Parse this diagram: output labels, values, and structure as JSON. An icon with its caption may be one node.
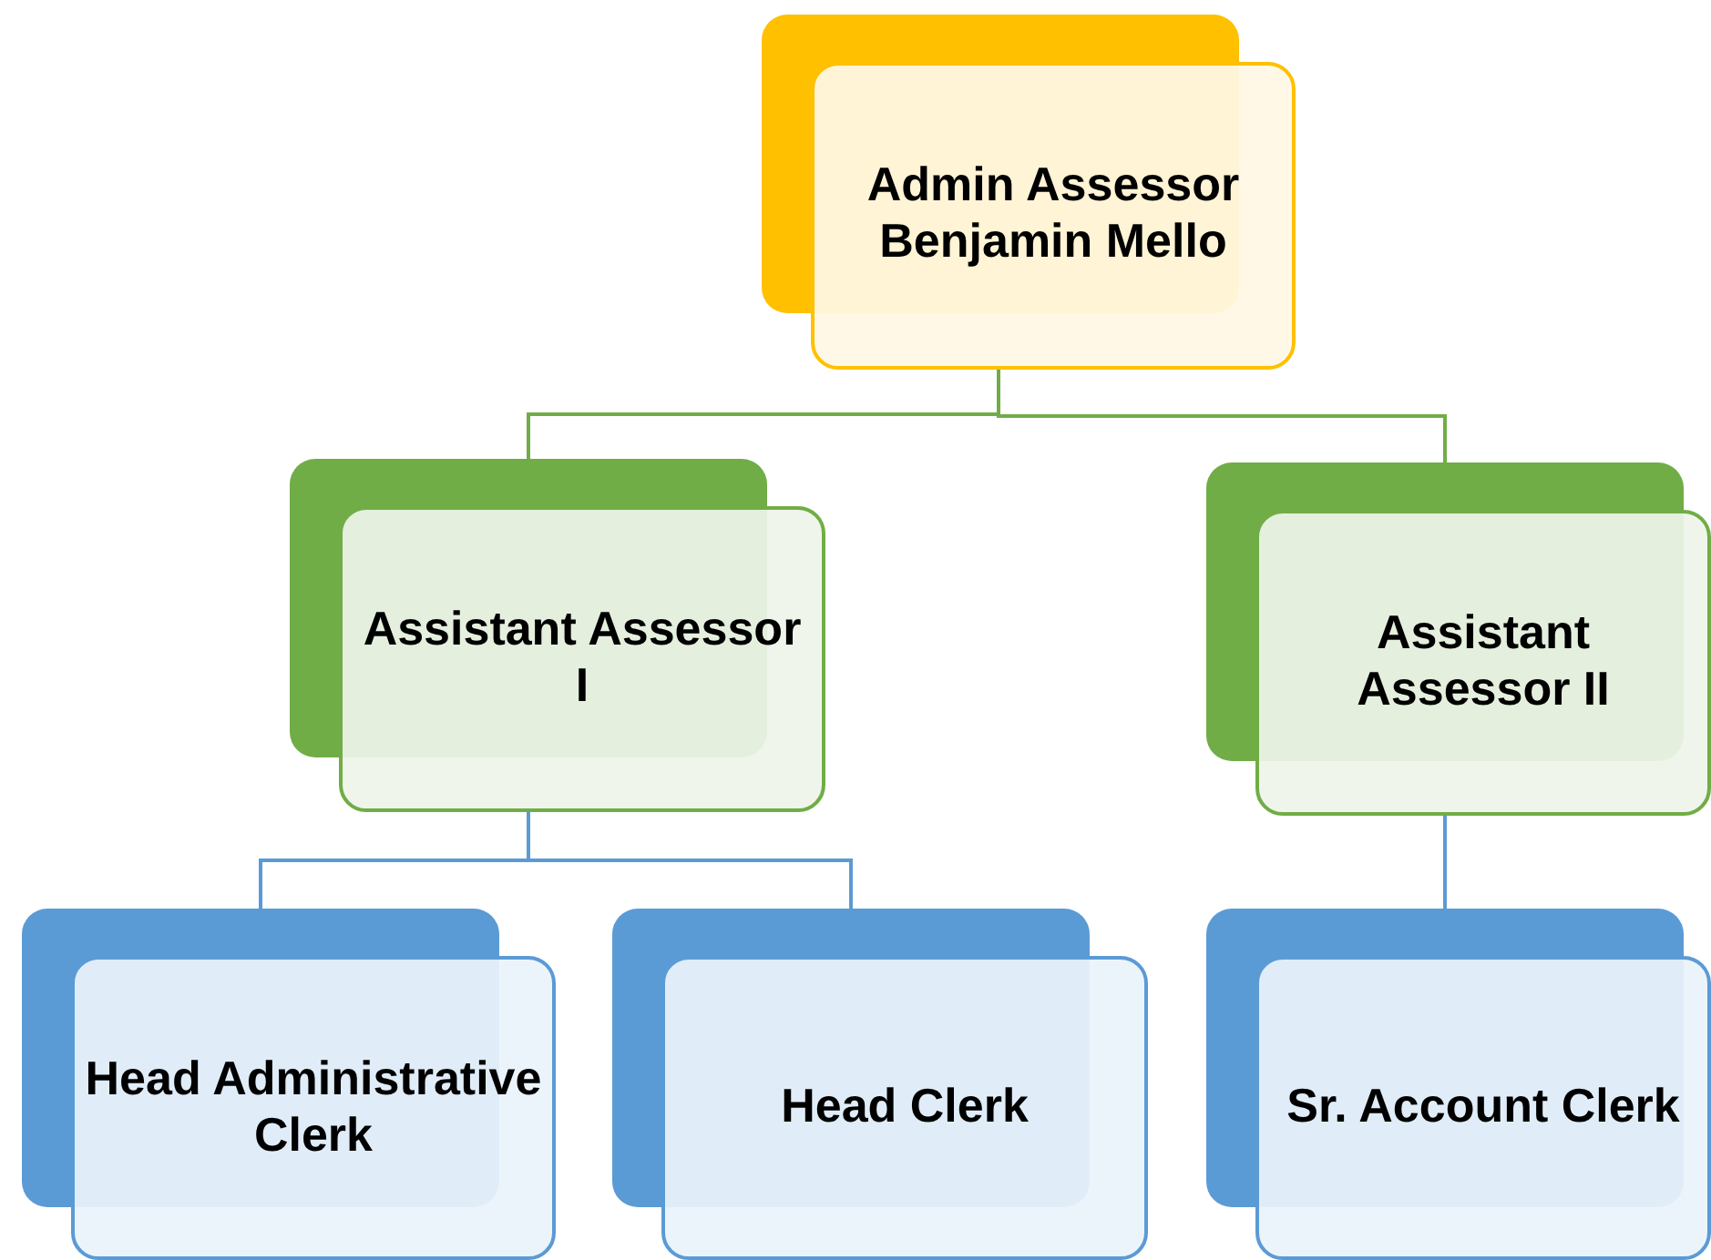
{
  "diagram": {
    "nodes": [
      {
        "text": [
          "Admin Assessor Benjamin Mello"
        ]
      },
      {
        "text": [
          "Assistant Assessor I"
        ]
      },
      {
        "text": [
          "Assistant Assessor II"
        ]
      },
      {
        "text": [
          "Head Administrative Clerk"
        ]
      },
      {
        "text": [
          "Head Clerk"
        ]
      },
      {
        "text": [
          "Sr. Account Clerk"
        ]
      }
    ],
    "edges": [
      {
        "from": 0,
        "to": 1,
        "arrow": "none",
        "color": "#70ad47"
      },
      {
        "from": 0,
        "to": 2,
        "arrow": "none",
        "color": "#70ad47"
      },
      {
        "from": 1,
        "to": 3,
        "arrow": "none"
      },
      {
        "from": 1,
        "to": 4,
        "arrow": "none"
      },
      {
        "from": 2,
        "to": 5,
        "arrow": "none"
      }
    ]
  }
}
